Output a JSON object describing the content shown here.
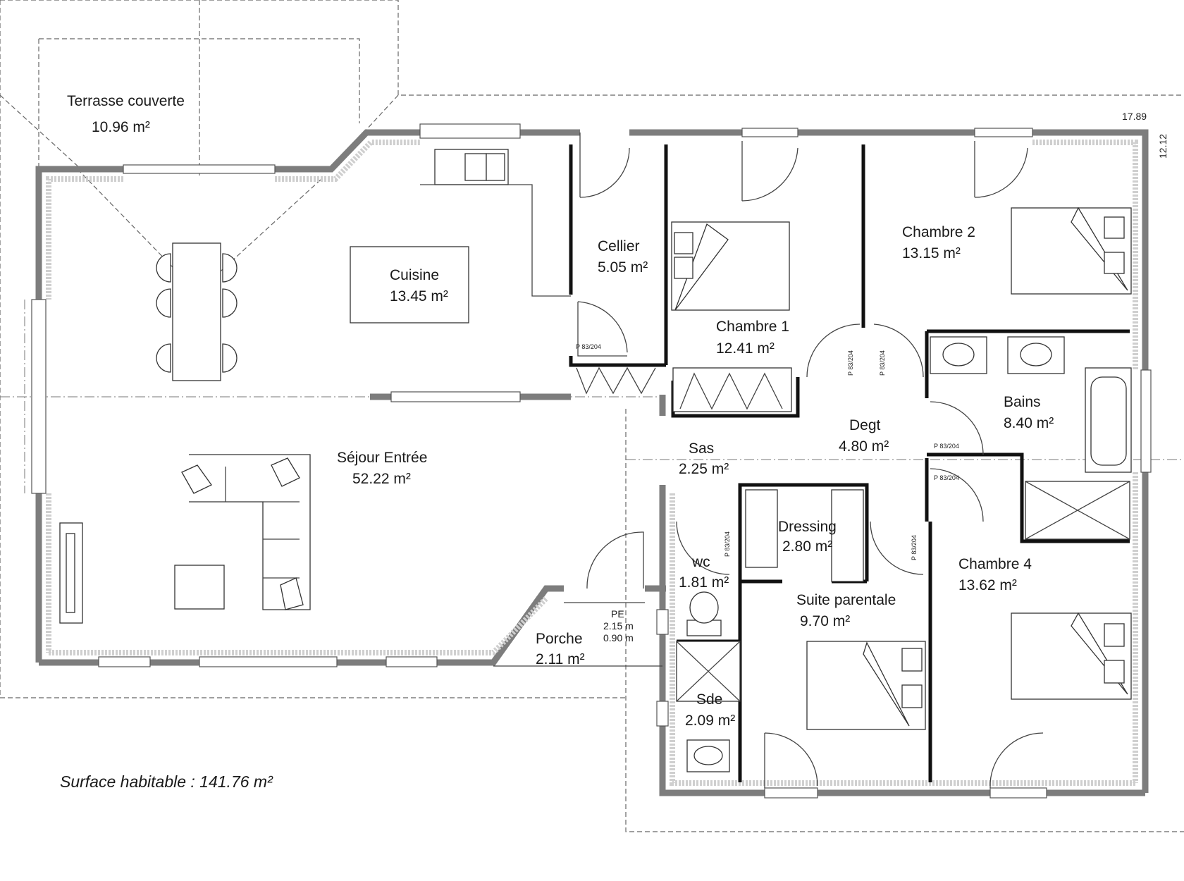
{
  "rooms": {
    "terrasse": {
      "name": "Terrasse couverte",
      "area": "10.96 m²"
    },
    "cuisine": {
      "name": "Cuisine",
      "area": "13.45 m²"
    },
    "cellier": {
      "name": "Cellier",
      "area": "5.05 m²"
    },
    "chambre1": {
      "name": "Chambre 1",
      "area": "12.41 m²"
    },
    "chambre2": {
      "name": "Chambre 2",
      "area": "13.15 m²"
    },
    "bains": {
      "name": "Bains",
      "area": "8.40 m²"
    },
    "degt": {
      "name": "Degt",
      "area": "4.80 m²"
    },
    "sas": {
      "name": "Sas",
      "area": "2.25 m²"
    },
    "sejour": {
      "name": "Séjour Entrée",
      "area": "52.22 m²"
    },
    "dressing": {
      "name": "Dressing",
      "area": "2.80 m²"
    },
    "wc": {
      "name": "wc",
      "area": "1.81 m²"
    },
    "suite": {
      "name": "Suite parentale",
      "area": "9.70 m²"
    },
    "chambre4": {
      "name": "Chambre 4",
      "area": "13.62 m²"
    },
    "porche": {
      "name": "Porche",
      "area": "2.11 m²"
    },
    "sde": {
      "name": "Sde",
      "area": "2.09 m²"
    }
  },
  "entrance_door": {
    "label": "PE",
    "width": "2.15 m",
    "height": "0.90 m"
  },
  "door_marks": {
    "cellier": "P 83/204",
    "chambre1": "P 83/204",
    "chambre2": "P 83/204",
    "bains": "P 83/204",
    "chambre4": "P 83/204",
    "wc": "P 83/204",
    "suite": "P 83/204"
  },
  "dimensions": {
    "width": "17.89",
    "depth": "12.12"
  },
  "surface_habitable": "Surface habitable : 141.76 m²"
}
